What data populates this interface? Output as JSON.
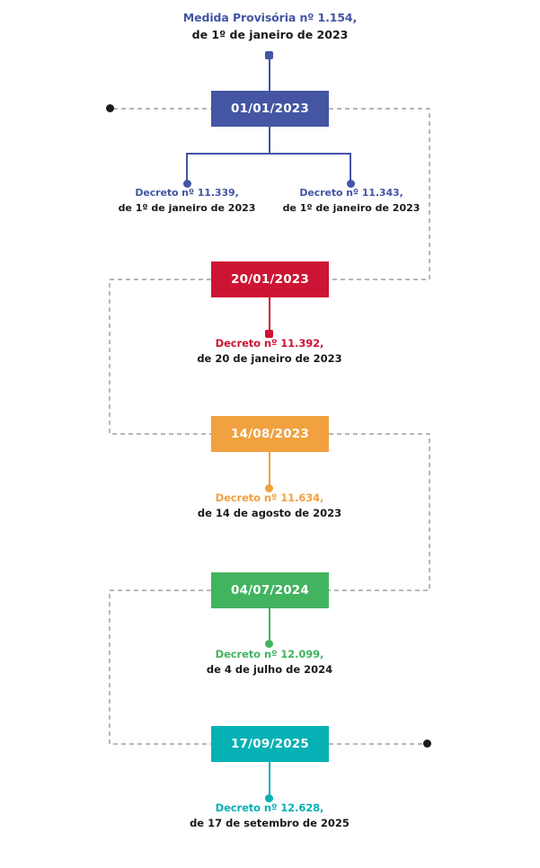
{
  "diagram": {
    "type": "vertical-timeline",
    "title_block": {
      "line1": "Medida Provisória nº 1.154,",
      "line2": "de 1º de janeiro de 2023"
    },
    "colors": {
      "blue": "#4455A3",
      "red": "#CE1434",
      "orange": "#F1A13F",
      "green": "#42B45F",
      "teal": "#05B1B5",
      "dash": "#8c8c8c",
      "endpoint": "#1c1c1c",
      "text_dark": "#1a1a1a"
    },
    "events": [
      {
        "date": "01/01/2023",
        "color": "#4455A3",
        "direction": "right",
        "children": [
          {
            "line1": "Decreto nº 11.339,",
            "line2": "de 1º de janeiro de 2023"
          },
          {
            "line1": "Decreto nº 11.343,",
            "line2": "de 1º de janeiro de 2023"
          }
        ]
      },
      {
        "date": "20/01/2023",
        "color": "#CE1434",
        "direction": "left",
        "children": [
          {
            "line1": "Decreto nº 11.392,",
            "line2": "de 20 de janeiro de 2023"
          }
        ]
      },
      {
        "date": "14/08/2023",
        "color": "#F1A13F",
        "direction": "right",
        "children": [
          {
            "line1": "Decreto nº 11.634,",
            "line2": "de 14 de agosto de 2023"
          }
        ]
      },
      {
        "date": "04/07/2024",
        "color": "#42B45F",
        "direction": "left",
        "children": [
          {
            "line1": "Decreto nº 12.099,",
            "line2": "de 4 de julho de 2024"
          }
        ]
      },
      {
        "date": "17/09/2025",
        "color": "#05B1B5",
        "direction": "right",
        "children": [
          {
            "line1": "Decreto nº 12.628,",
            "line2": "de 17 de setembro de 2025"
          }
        ]
      }
    ]
  }
}
